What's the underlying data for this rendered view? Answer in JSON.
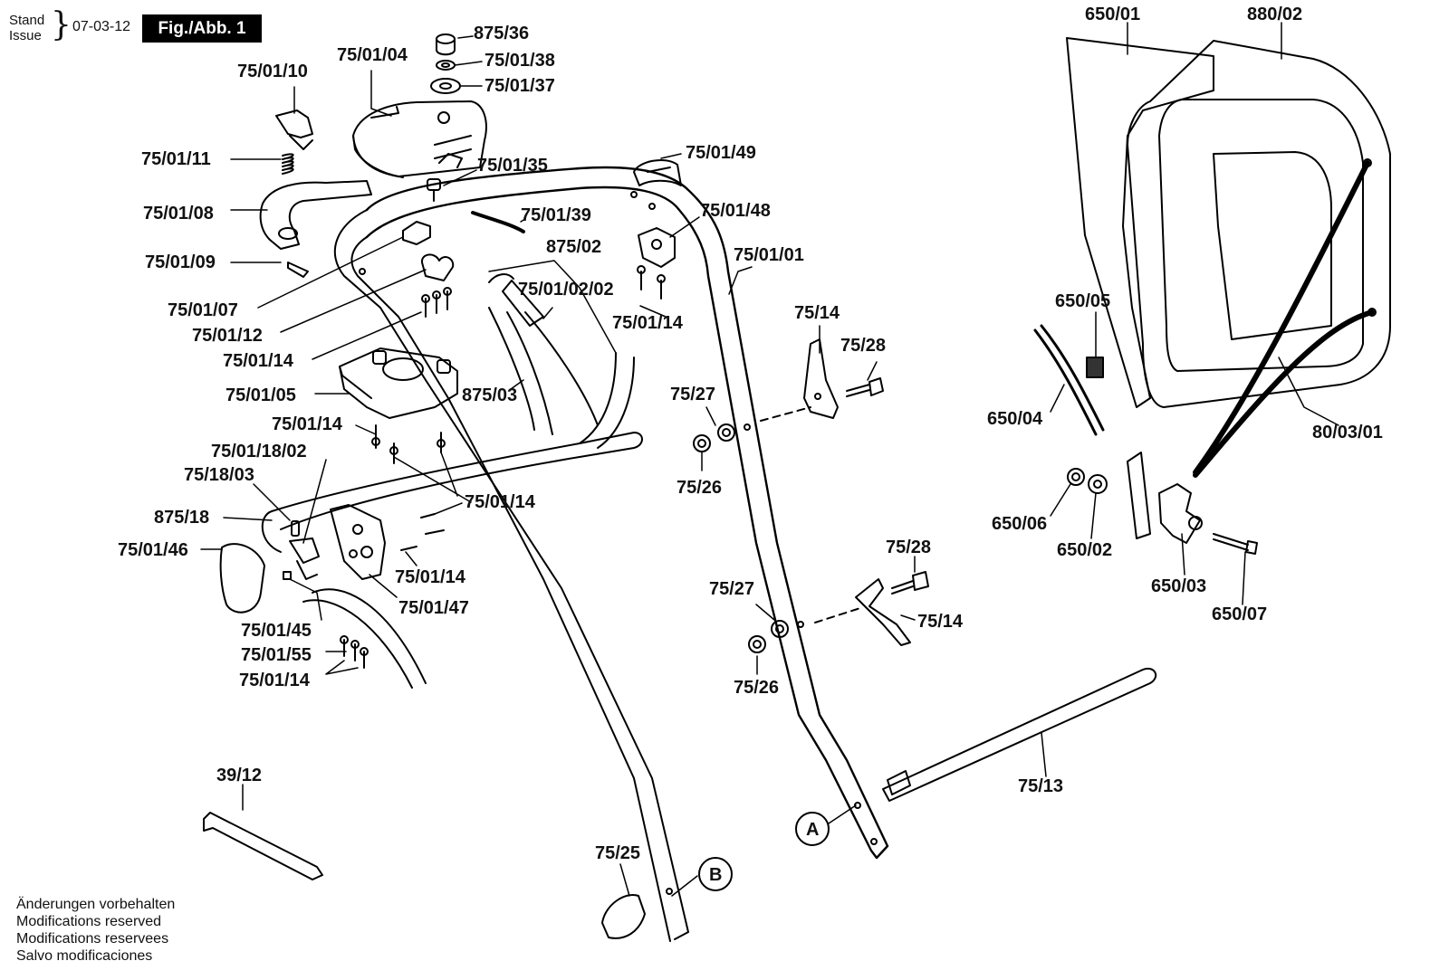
{
  "header": {
    "stand": "Stand",
    "issue": "Issue",
    "date": "07-03-12",
    "figure": "Fig./Abb. 1"
  },
  "labels": {
    "p875_36": "875/36",
    "p75_01_38": "75/01/38",
    "p75_01_37": "75/01/37",
    "p75_01_04": "75/01/04",
    "p75_01_10": "75/01/10",
    "p75_01_11": "75/01/11",
    "p75_01_35": "75/01/35",
    "p75_01_49": "75/01/49",
    "p75_01_08": "75/01/08",
    "p75_01_39": "75/01/39",
    "p75_01_48": "75/01/48",
    "p75_01_09": "75/01/09",
    "p875_02": "875/02",
    "p75_01_01": "75/01/01",
    "p75_01_07": "75/01/07",
    "p75_01_02_02": "75/01/02/02",
    "p75_01_12": "75/01/12",
    "p75_01_14_a": "75/01/14",
    "p75_01_14_b": "75/01/14",
    "p75_14_a": "75/14",
    "p75_28_a": "75/28",
    "p75_01_05": "75/01/05",
    "p875_03": "875/03",
    "p75_27_a": "75/27",
    "p75_01_14_c": "75/01/14",
    "p75_01_18_02": "75/01/18/02",
    "p75_26_a": "75/26",
    "p75_18_03": "75/18/03",
    "p75_01_14_d": "75/01/14",
    "p875_18": "875/18",
    "p75_01_46": "75/01/46",
    "p75_01_14_e": "75/01/14",
    "p75_01_47": "75/01/47",
    "p75_01_45": "75/01/45",
    "p75_01_55": "75/01/55",
    "p75_01_14_f": "75/01/14",
    "p75_28_b": "75/28",
    "p75_27_b": "75/27",
    "p75_14_b": "75/14",
    "p75_26_b": "75/26",
    "p39_12": "39/12",
    "p75_25": "75/25",
    "pB": "B",
    "pA": "A",
    "p75_13": "75/13",
    "p650_01": "650/01",
    "p880_02": "880/02",
    "p650_05": "650/05",
    "p650_04": "650/04",
    "p80_03_01": "80/03/01",
    "p650_06": "650/06",
    "p650_02": "650/02",
    "p650_03": "650/03",
    "p650_07": "650/07"
  },
  "footer": {
    "line1": "Änderungen vorbehalten",
    "line2": "Modifications reserved",
    "line3": "Modifications reservees",
    "line4": "Salvo modificaciones"
  }
}
